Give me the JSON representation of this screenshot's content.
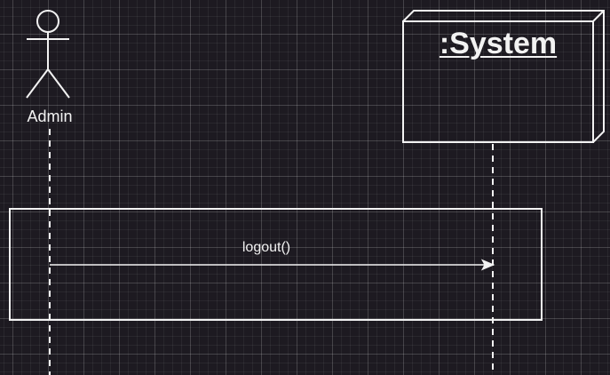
{
  "diagram": {
    "actor": {
      "name": "Admin",
      "icon": "stick-figure-icon"
    },
    "lifeline_object": {
      "title": ":System"
    },
    "message": {
      "label": "logout()",
      "from": "Admin",
      "to": ":System"
    },
    "colors": {
      "background": "#1d1a21",
      "stroke": "#f2f2f2",
      "text": "#f2f2f2"
    }
  }
}
